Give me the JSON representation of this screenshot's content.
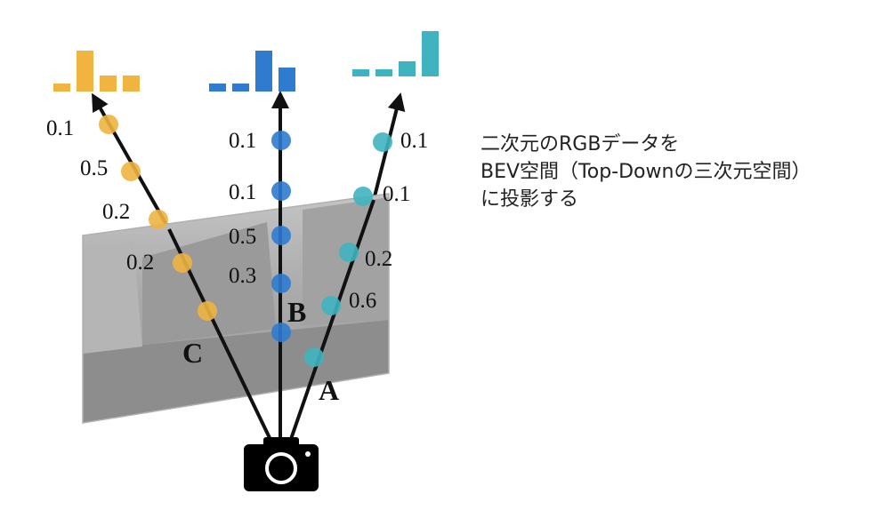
{
  "caption": {
    "line1": "二次元のRGBデータを",
    "line2": "BEV空間（Top-Downの三次元空間）",
    "line3": "に投影する"
  },
  "rays": {
    "C": {
      "label": "C",
      "color": "#f0b440",
      "probabilities": [
        "0.1",
        "0.5",
        "0.2",
        "0.2"
      ],
      "histogram": [
        0.1,
        0.5,
        0.2,
        0.2
      ]
    },
    "B": {
      "label": "B",
      "color": "#2f7bd0",
      "probabilities": [
        "0.1",
        "0.1",
        "0.5",
        "0.3"
      ],
      "histogram": [
        0.1,
        0.1,
        0.5,
        0.3
      ]
    },
    "A": {
      "label": "A",
      "color": "#3fb4c0",
      "probabilities": [
        "0.1",
        "0.1",
        "0.2",
        "0.6"
      ],
      "histogram": [
        0.1,
        0.1,
        0.2,
        0.6
      ]
    }
  },
  "colors": {
    "image_plane": "#a8a8a8",
    "ray": "#111111",
    "camera": "#000000"
  },
  "icons": {
    "camera": "camera-icon"
  }
}
